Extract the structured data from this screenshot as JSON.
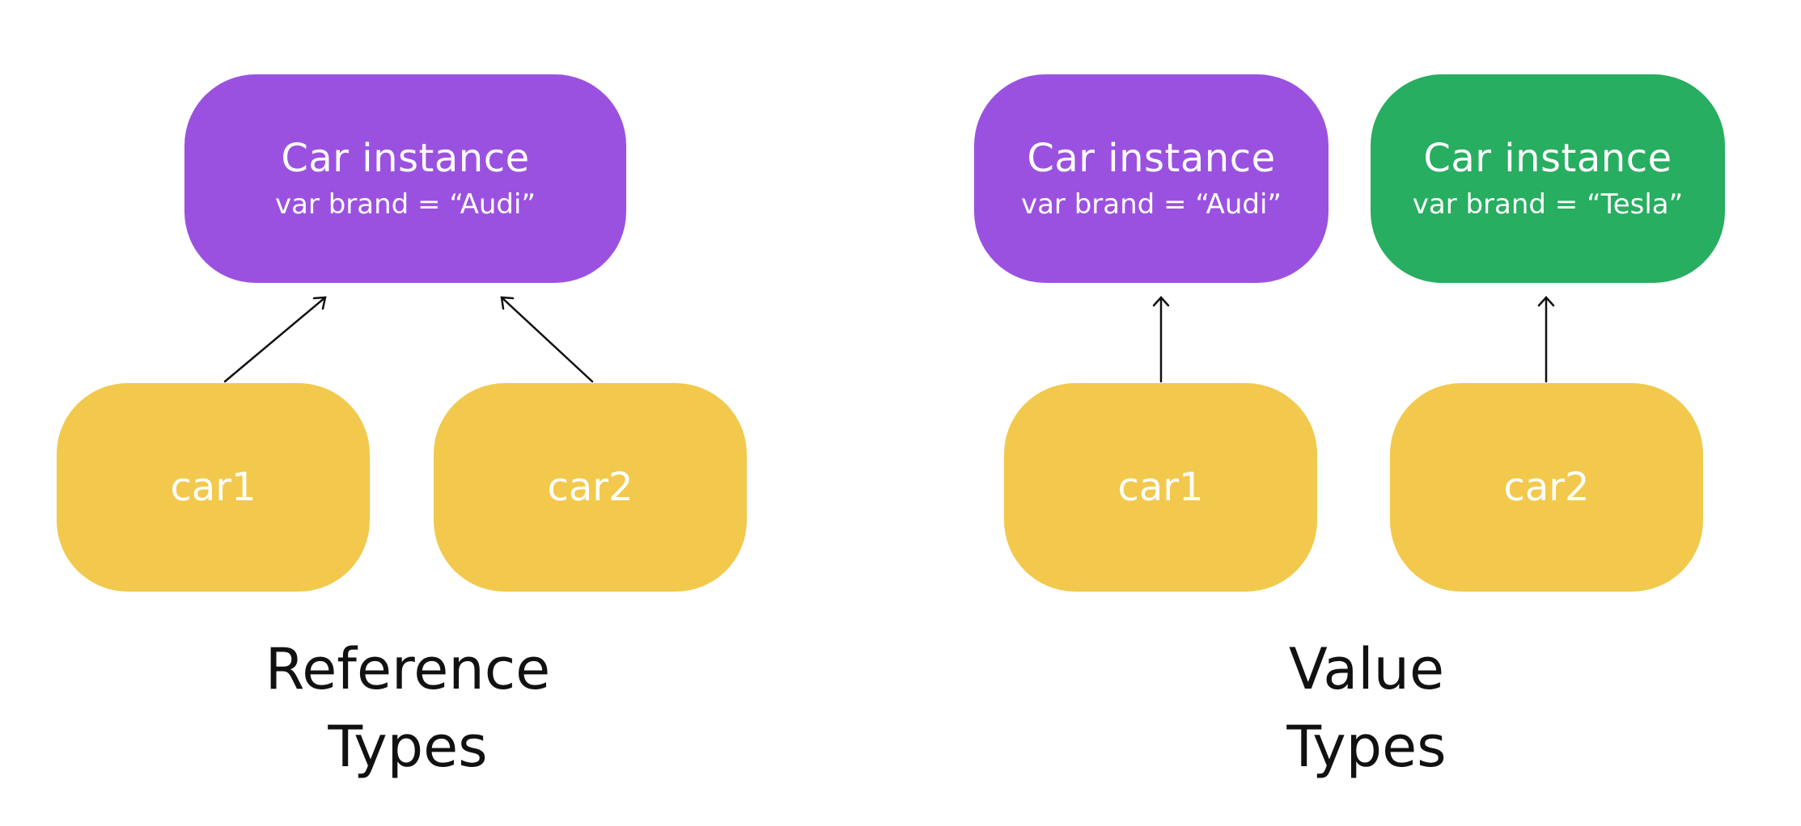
{
  "colors": {
    "purple": "#9b51e0",
    "green": "#27ae60",
    "yellow": "#f2c94c",
    "text_on_box": "#ffffff",
    "caption_text": "#111111",
    "arrow": "#111111"
  },
  "reference": {
    "instance": {
      "title": "Car instance",
      "code": "var brand = “Audi”"
    },
    "var1": "car1",
    "var2": "car2",
    "caption_line1": "Reference",
    "caption_line2": "Types"
  },
  "value": {
    "instance_a": {
      "title": "Car instance",
      "code": "var brand = “Audi”"
    },
    "instance_b": {
      "title": "Car instance",
      "code": "var brand = “Tesla”"
    },
    "var1": "car1",
    "var2": "car2",
    "caption_line1": "Value",
    "caption_line2": "Types"
  }
}
